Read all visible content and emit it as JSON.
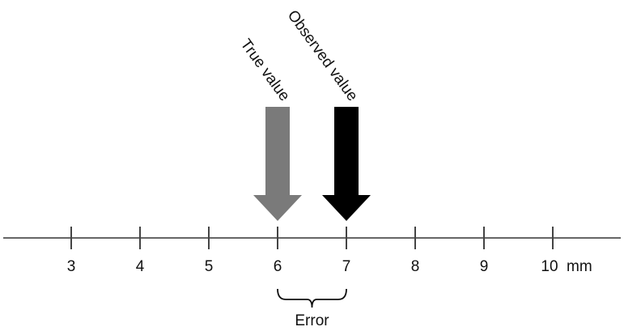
{
  "scale": {
    "min": 3,
    "max": 10,
    "ticks": [
      "3",
      "4",
      "5",
      "6",
      "7",
      "8",
      "9",
      "10"
    ],
    "unit": "mm"
  },
  "markers": {
    "true_value": {
      "label": "True value",
      "value": 6,
      "color": "#7a7a7a"
    },
    "observed_value": {
      "label": "Observed value",
      "value": 7,
      "color": "#000000"
    }
  },
  "error": {
    "label": "Error",
    "from": 6,
    "to": 7
  }
}
